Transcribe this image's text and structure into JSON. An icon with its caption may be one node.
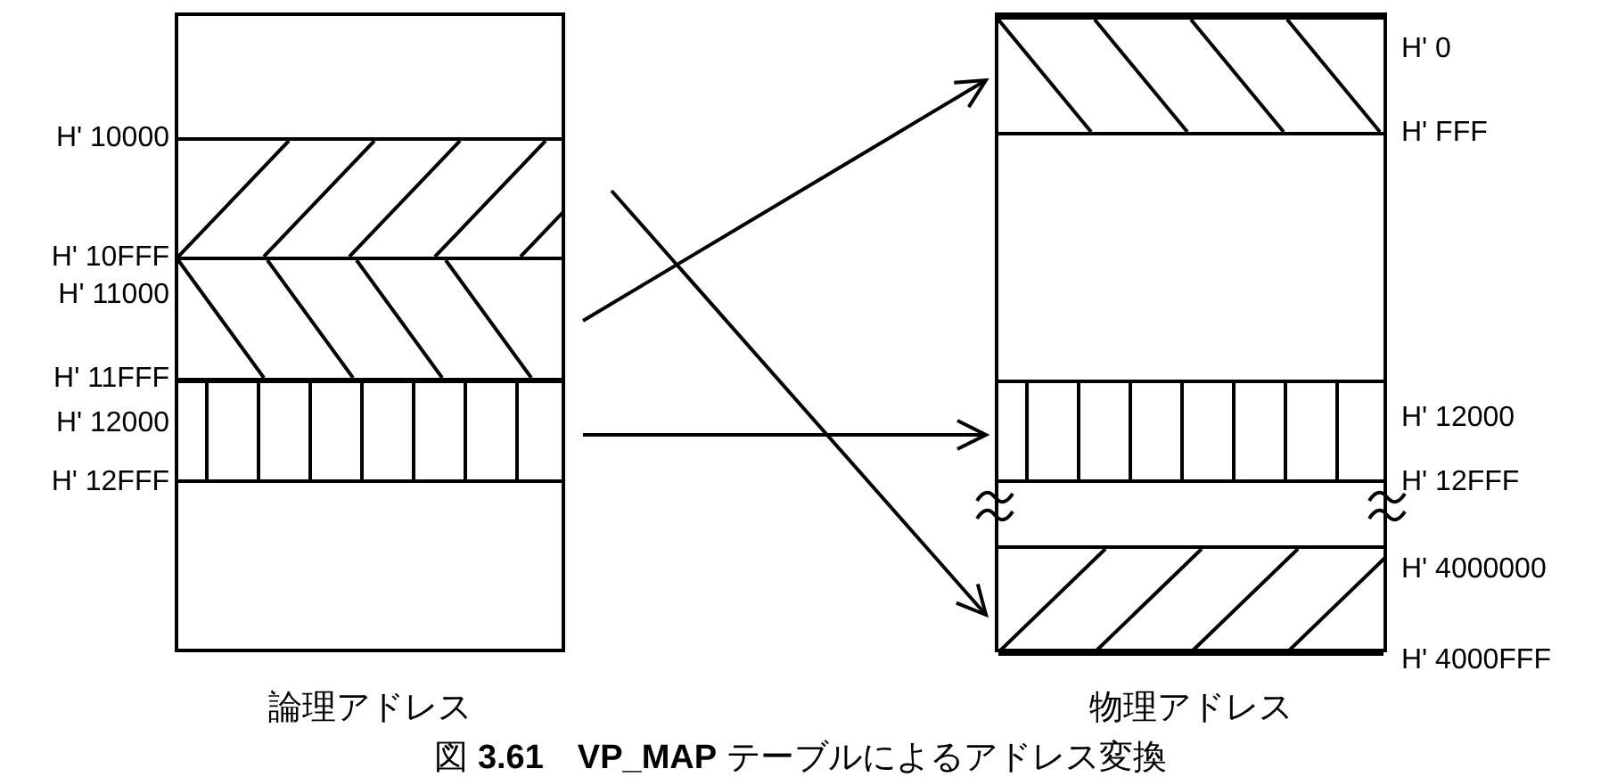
{
  "diagram": {
    "caption": "図 **3.61**　**VP_MAP** テーブルによるアドレス変換",
    "nodes": [
      {
        "text": [
          "論理アドレス"
        ]
      },
      {
        "text": [],
        "shape": "bar",
        "in": 0,
        "beside": [
          "H' 10000",
          "H' 10FFF"
        ]
      },
      {
        "text": [],
        "shape": "bar",
        "in": 0,
        "beside": [
          "H' 11000",
          "H' 11FFF"
        ]
      },
      {
        "text": [],
        "shape": "bar",
        "in": 0,
        "beside": [
          "H' 12000",
          "H' 12FFF"
        ]
      },
      {
        "text": [
          "物理アドレス"
        ]
      },
      {
        "text": [],
        "shape": "bar",
        "in": 4,
        "beside": [
          "H' 0",
          "H' FFF"
        ]
      },
      {
        "text": [],
        "shape": "bar",
        "in": 4,
        "beside": [
          "H' 12000",
          "H' 12FFF"
        ]
      },
      {
        "text": [],
        "shape": "bar",
        "in": 4,
        "beside": [
          "H' 4000000",
          "H' 4000FFF"
        ]
      }
    ],
    "edges": [
      {
        "from": 2,
        "to": 5,
        "arrow": "to"
      },
      {
        "from": 1,
        "to": 7,
        "arrow": "to"
      },
      {
        "from": 3,
        "to": 6,
        "arrow": "to"
      }
    ]
  }
}
